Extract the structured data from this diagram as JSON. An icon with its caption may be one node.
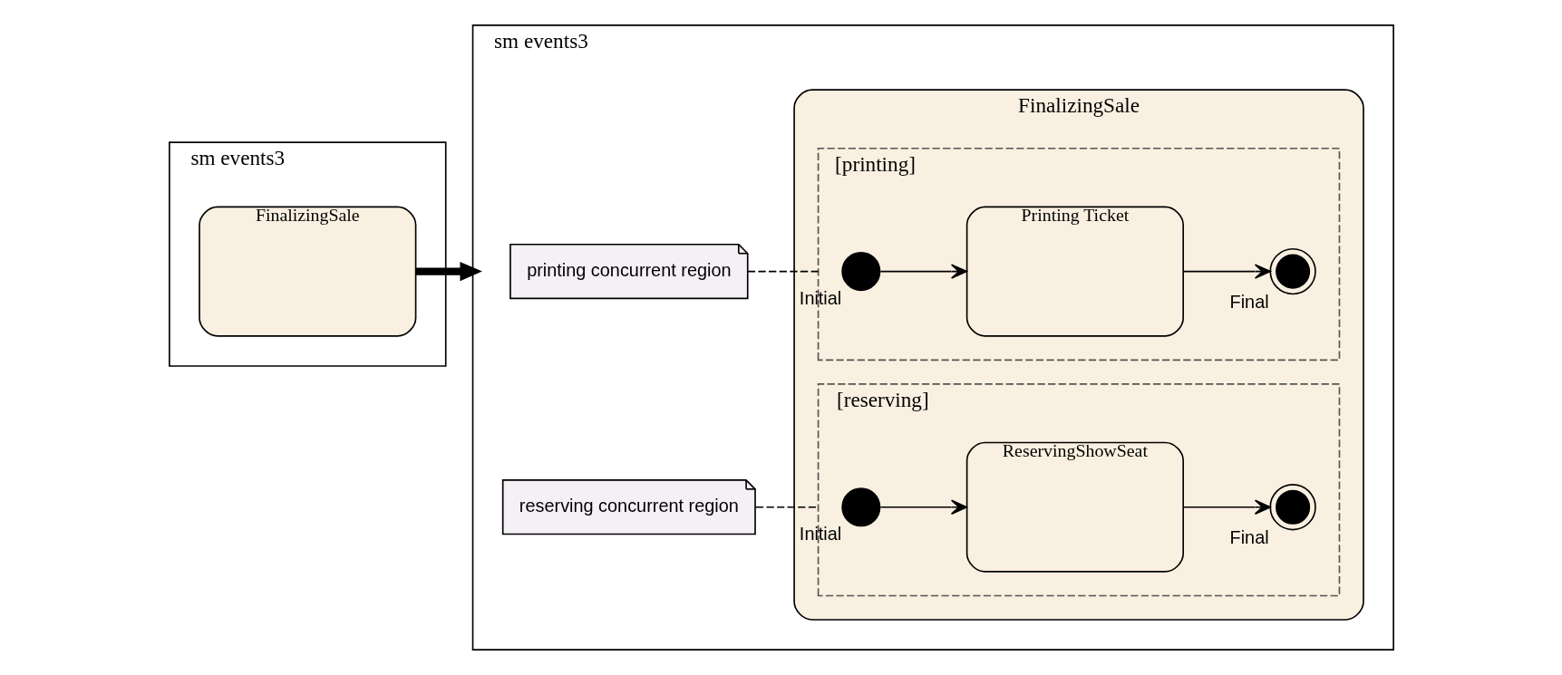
{
  "diagram": {
    "nodes": [
      {
        "text": [
          "sm events3"
        ]
      },
      {
        "text": [
          "FinalizingSale"
        ],
        "in": 0
      },
      {
        "text": [
          "sm events3"
        ]
      },
      {
        "text": [
          "printing concurrent region"
        ],
        "in": 2
      },
      {
        "text": [
          "FinalizingSale"
        ],
        "in": 2
      },
      {
        "text": [
          "[printing]"
        ],
        "in": 4
      },
      {
        "text": [],
        "shape": "circle",
        "in": 5,
        "beside": [
          "Initial"
        ]
      },
      {
        "text": [
          "Printing Ticket"
        ],
        "in": 5
      },
      {
        "text": [],
        "shape": "circle",
        "in": 5,
        "beside": [
          "Final"
        ]
      },
      {
        "text": [
          "reserving concurrent region"
        ],
        "in": 2
      },
      {
        "text": [
          "[reserving]"
        ],
        "in": 4
      },
      {
        "text": [],
        "shape": "circle",
        "in": 10,
        "beside": [
          "Initial"
        ]
      },
      {
        "text": [
          "ReservingShowSeat"
        ],
        "in": 10
      },
      {
        "text": [],
        "shape": "circle",
        "in": 10,
        "beside": [
          "Final"
        ]
      }
    ],
    "edges": [
      {
        "from": 1,
        "to": 2,
        "arrow": "to",
        "style": "thick"
      },
      {
        "from": 3,
        "to": 5,
        "arrow": "none",
        "style": "dashed"
      },
      {
        "from": 6,
        "to": 7,
        "arrow": "to"
      },
      {
        "from": 7,
        "to": 8,
        "arrow": "to"
      },
      {
        "from": 9,
        "to": 10,
        "arrow": "none",
        "style": "dashed"
      },
      {
        "from": 11,
        "to": 12,
        "arrow": "to"
      },
      {
        "from": 12,
        "to": 13,
        "arrow": "to"
      }
    ]
  }
}
